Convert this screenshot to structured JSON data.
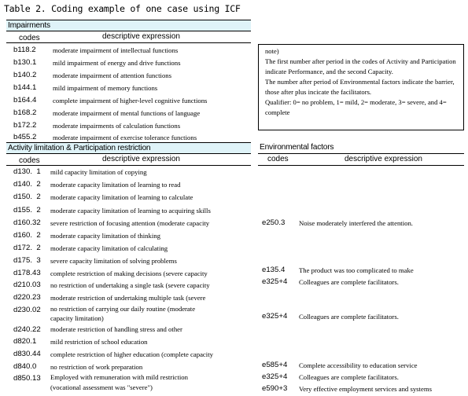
{
  "title": "Table 2. Coding example of one case using ICF",
  "impairments": {
    "heading": "Impairments",
    "col_code": "codes",
    "col_desc": "descriptive expression",
    "rows": [
      {
        "code": "b118.2",
        "desc": "moderate impairment of intellectual functions"
      },
      {
        "code": "b130.1",
        "desc": "mild impairment of energy and drive functions"
      },
      {
        "code": "b140.2",
        "desc": "moderate impairment of attention functions"
      },
      {
        "code": "b144.1",
        "desc": "mild impairment of memory functions"
      },
      {
        "code": "b164.4",
        "desc": "complete impairment of higher-level cognitive functions"
      },
      {
        "code": "b168.2",
        "desc": "moderate impairment of mental functions of language"
      },
      {
        "code": "b172.2",
        "desc": "moderate impairments of calculation functions"
      },
      {
        "code": "b455.2",
        "desc": "moderate impairment of exercise tolerance functions"
      }
    ]
  },
  "note": {
    "label": "note)",
    "p1": "The first number after period in the codes of Activity and Participation indicate Performance, and the second Capacity.",
    "p2": "The number after period of Environmental factors indicate the barrier, those after plus incicate the facilitators.",
    "p3": "Qualifier: 0= no problem, 1= mild, 2= moderate, 3= severe, and 4= complete"
  },
  "activity": {
    "heading": "Activity limitation & Participation restriction",
    "col_code": "codes",
    "col_desc": "descriptive expression",
    "rows": [
      {
        "code": "d130.  1",
        "desc": "mild capacity limitation of copying"
      },
      {
        "code": "d140.  2",
        "desc": "moderate capacity limitation of learning to read"
      },
      {
        "code": "d150.  2",
        "desc": "moderate capacity limitation of learning to calculate"
      },
      {
        "code": "d155.  2",
        "desc": "moderate capacity limitation of learning to acquiring skills"
      },
      {
        "code": "d160.32",
        "desc": "severe restriction of focusing attention (moderate capacity"
      },
      {
        "code": "d160.  2",
        "desc": "moderate capacity limitation of thinking"
      },
      {
        "code": "d172.  2",
        "desc": "moderate capacity limitation of calculating"
      },
      {
        "code": "d175.  3",
        "desc": "severe capacity limitation of solving problems"
      },
      {
        "code": "d178.43",
        "desc": "complete restriction of making decisions (severe capacity"
      },
      {
        "code": "d210.03",
        "desc": "no restriction of undertaking a single task (severe capacity"
      },
      {
        "code": "d220.23",
        "desc": "moderate restriction of undertaking multiple task (severe"
      },
      {
        "code": "d230.02",
        "desc": "no restriction of carrying our daily routine (moderate",
        "desc2": "capacity limitation)"
      },
      {
        "code": "d240.22",
        "desc": "moderate restriction of handling stress and other"
      },
      {
        "code": "d820.1",
        "desc": "mild restriction of school education"
      },
      {
        "code": "d830.44",
        "desc": "complete restriction of higher education (complete capacity"
      },
      {
        "code": "d840.0",
        "desc": "no restriction of work preparation"
      },
      {
        "code": "d850.13",
        "desc": "Employed with remuneration with mild restriction",
        "desc2": "(vocational assessment was \"severe\")"
      }
    ]
  },
  "environment": {
    "heading": "Environmental factors",
    "col_code": "codes",
    "col_desc": "descriptive expression",
    "rows": [
      {
        "code": "e250.3",
        "desc": "Noise moderately interfered the attention."
      },
      {
        "code": "e135.4",
        "desc": "The product was too complicated to make"
      },
      {
        "code": "e325+4",
        "desc": "Colleagues are complete facilitators."
      },
      {
        "code": "e325+4",
        "desc": "Colleagues are complete facilitators."
      },
      {
        "code": "e585+4",
        "desc": "Complete accessibility to education service"
      },
      {
        "code": "e325+4",
        "desc": "Colleagues are complete facilitators."
      },
      {
        "code": "e590+3",
        "desc": "Very effective employment services and systems"
      }
    ]
  }
}
